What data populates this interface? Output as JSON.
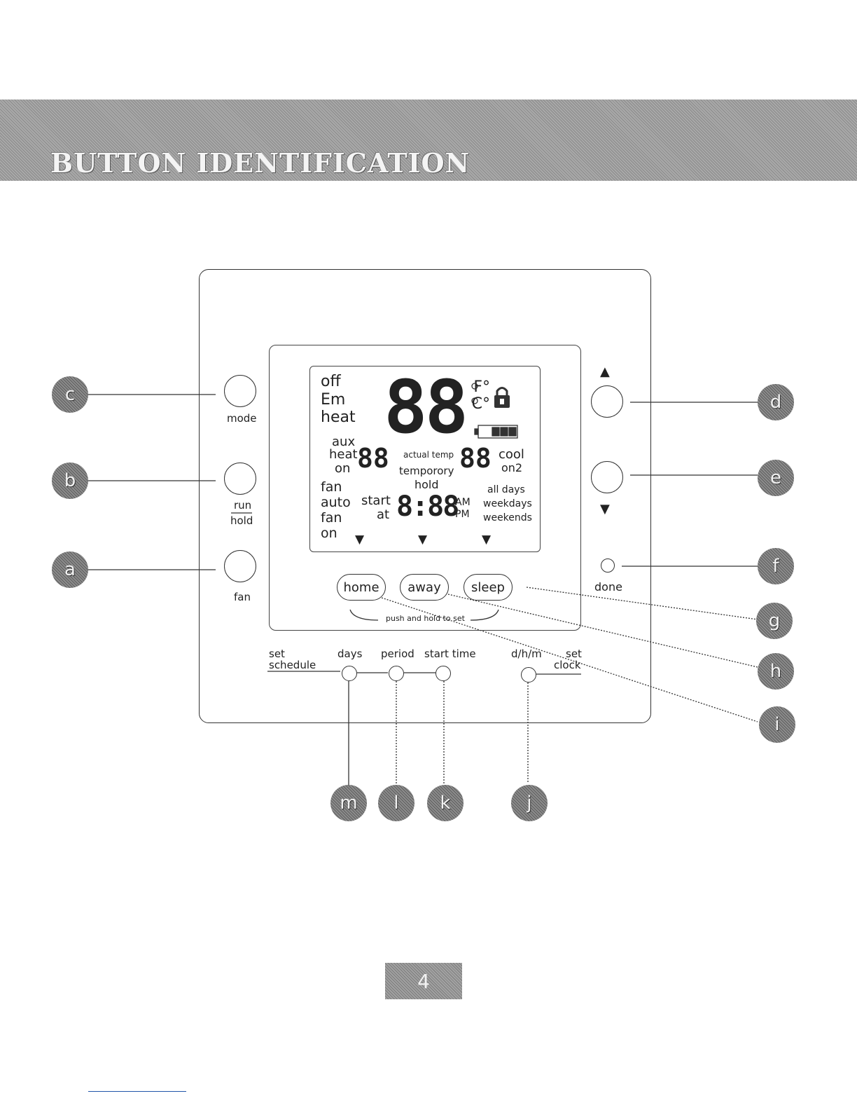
{
  "header": {
    "title": "BUTTON IDENTIFICATION"
  },
  "device": {
    "side_buttons": {
      "mode": "mode",
      "run": "run",
      "hold": "hold",
      "fan": "fan",
      "done": "done"
    },
    "up_arrow": "▲",
    "down_arrow": "▼",
    "lcd": {
      "mode_off": "off",
      "mode_em": "Em",
      "mode_heat": "heat",
      "big_digits": "88",
      "deg_f": "°F",
      "deg_c": "°C",
      "aux": "aux",
      "heat": "heat",
      "on": "on",
      "heat_digits": "88",
      "actual_temp": "actual temp",
      "temporary": "temporory",
      "hold": "hold",
      "cool_digits": "88",
      "cool": "cool",
      "on2": "on2",
      "fan_auto_1": "fan",
      "fan_auto_2": "auto",
      "fan_on_1": "fan",
      "fan_on_2": "on",
      "start": "start",
      "at": "at",
      "time_digits": "8:88",
      "am": "AM",
      "pm": "PM",
      "all_days": "all days",
      "weekdays": "weekdays",
      "weekends": "weekends",
      "pointer": "▼"
    },
    "preset_buttons": {
      "home": "home",
      "away": "away",
      "sleep": "sleep"
    },
    "push_hold": "push and hold to set",
    "schedule": {
      "set": "set",
      "schedule": "schedule",
      "days": "days",
      "period": "period",
      "start_time": "start time",
      "dhm": "d/h/m",
      "set_clock_1": "set",
      "set_clock_2": "clock"
    }
  },
  "markers": {
    "a": "a",
    "b": "b",
    "c": "c",
    "d": "d",
    "e": "e",
    "f": "f",
    "g": "g",
    "h": "h",
    "i": "i",
    "j": "j",
    "k": "k",
    "l": "l",
    "m": "m"
  },
  "page_number": "4"
}
